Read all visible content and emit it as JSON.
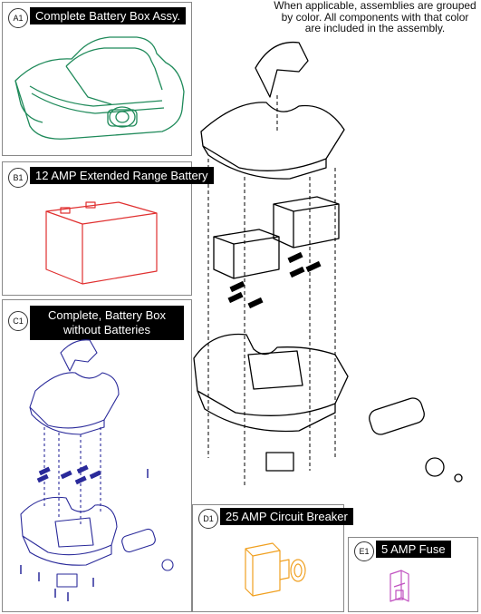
{
  "note": {
    "line1": "When applicable, assemblies are grouped",
    "line2": "by color. All components with that color",
    "line3": "are included in the assembly."
  },
  "panels": [
    {
      "id": "A1",
      "title": "Complete Battery Box Assy.",
      "color": "#1f8a5a"
    },
    {
      "id": "B1",
      "title": "12 AMP Extended Range Battery",
      "color": "#e03030"
    },
    {
      "id": "C1",
      "title_line1": "Complete, Battery Box",
      "title_line2": "without Batteries",
      "color": "#2a2a9a"
    },
    {
      "id": "D1",
      "title": "25 AMP Circuit Breaker",
      "color": "#f0a020"
    },
    {
      "id": "E1",
      "title": "5 AMP Fuse",
      "color": "#c050c0"
    }
  ],
  "main_diagram_color": "#000000"
}
